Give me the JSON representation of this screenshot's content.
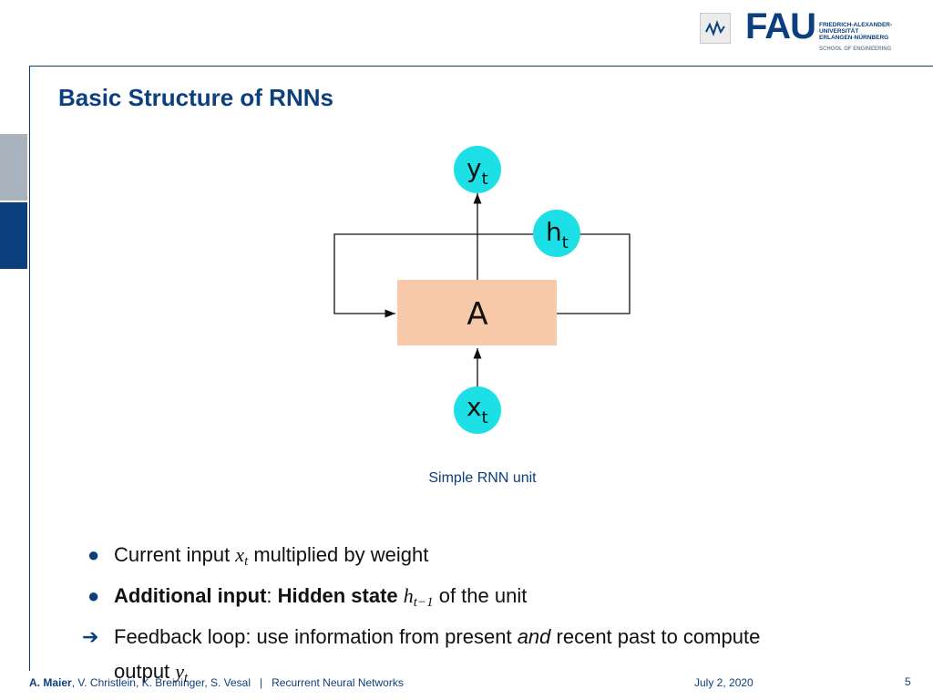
{
  "header": {
    "logo_word": "FAU",
    "university_text": "FRIEDRICH-ALEXANDER-\nUNIVERSITÄT\nERLANGEN-NÜRNBERG",
    "school": "SCHOOL OF ENGINEERING"
  },
  "slide": {
    "title": "Basic Structure of RNNs",
    "caption": "Simple RNN unit"
  },
  "diagram": {
    "box_label": "A",
    "output_node": {
      "base": "y",
      "sub": "t"
    },
    "hidden_node": {
      "base": "h",
      "sub": "t"
    },
    "input_node": {
      "base": "x",
      "sub": "t"
    },
    "node_color": "#1de0e6",
    "box_color": "#f8c9a8"
  },
  "bullets": [
    {
      "type": "dot",
      "pre": "Current input ",
      "var": "x",
      "sub": "t",
      "post": " multiplied by weight"
    },
    {
      "type": "dot",
      "bold1": "Additional input",
      "mid": ": ",
      "bold2": "Hidden state",
      "var": "h",
      "sub": "t−1",
      "post": " of the unit"
    },
    {
      "type": "arrow",
      "pre": "Feedback loop: use information from present ",
      "em": "and",
      "post": " recent past to compute",
      "line2_pre": "output ",
      "var": "y",
      "sub": "t"
    }
  ],
  "footer": {
    "author_bold": "A. Maier",
    "authors_rest": ", V. Christlein, K. Breininger, S. Vesal",
    "separator": "|",
    "course": "Recurrent Neural Networks",
    "date": "July 2, 2020",
    "page": "5"
  },
  "colors": {
    "accent": "#0b3f7d"
  }
}
